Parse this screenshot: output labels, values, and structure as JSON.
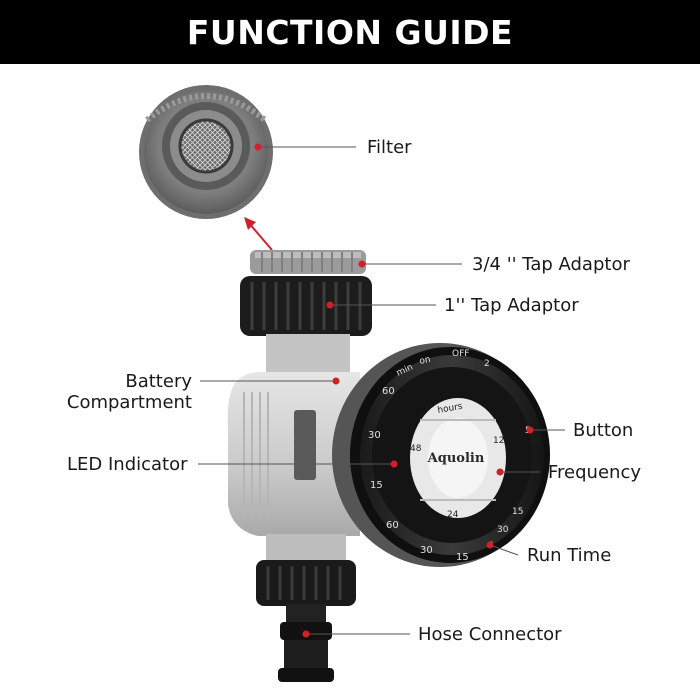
{
  "header": {
    "title": "FUNCTION GUIDE"
  },
  "labels": {
    "filter": "Filter",
    "tap_adaptor_34": "3/4 '' Tap Adaptor",
    "tap_adaptor_1": "1'' Tap Adaptor",
    "battery_line1": "Battery",
    "battery_line2": "Compartment",
    "led_indicator": "LED Indicator",
    "button": "Button",
    "frequency": "Frequency",
    "run_time": "Run Time",
    "hose_connector": "Hose Connector"
  },
  "dial": {
    "brand": "Aquolin",
    "hours_label": "hours",
    "center_numbers": [
      "12",
      "24",
      "48"
    ],
    "runtime_min_label": "min",
    "runtime_on": "on",
    "runtime_off": "OFF",
    "outer_numbers_left": [
      "60",
      "30",
      "15",
      "60",
      "30",
      "15"
    ],
    "outer_numbers_right": [
      "2",
      "5",
      "15",
      "30",
      "5"
    ]
  },
  "colors": {
    "accent_red": "#d0202a",
    "banner_bg": "#000000",
    "body_grey": "#cfcfcf",
    "dark_grey": "#3a3a3a",
    "black": "#111111"
  }
}
